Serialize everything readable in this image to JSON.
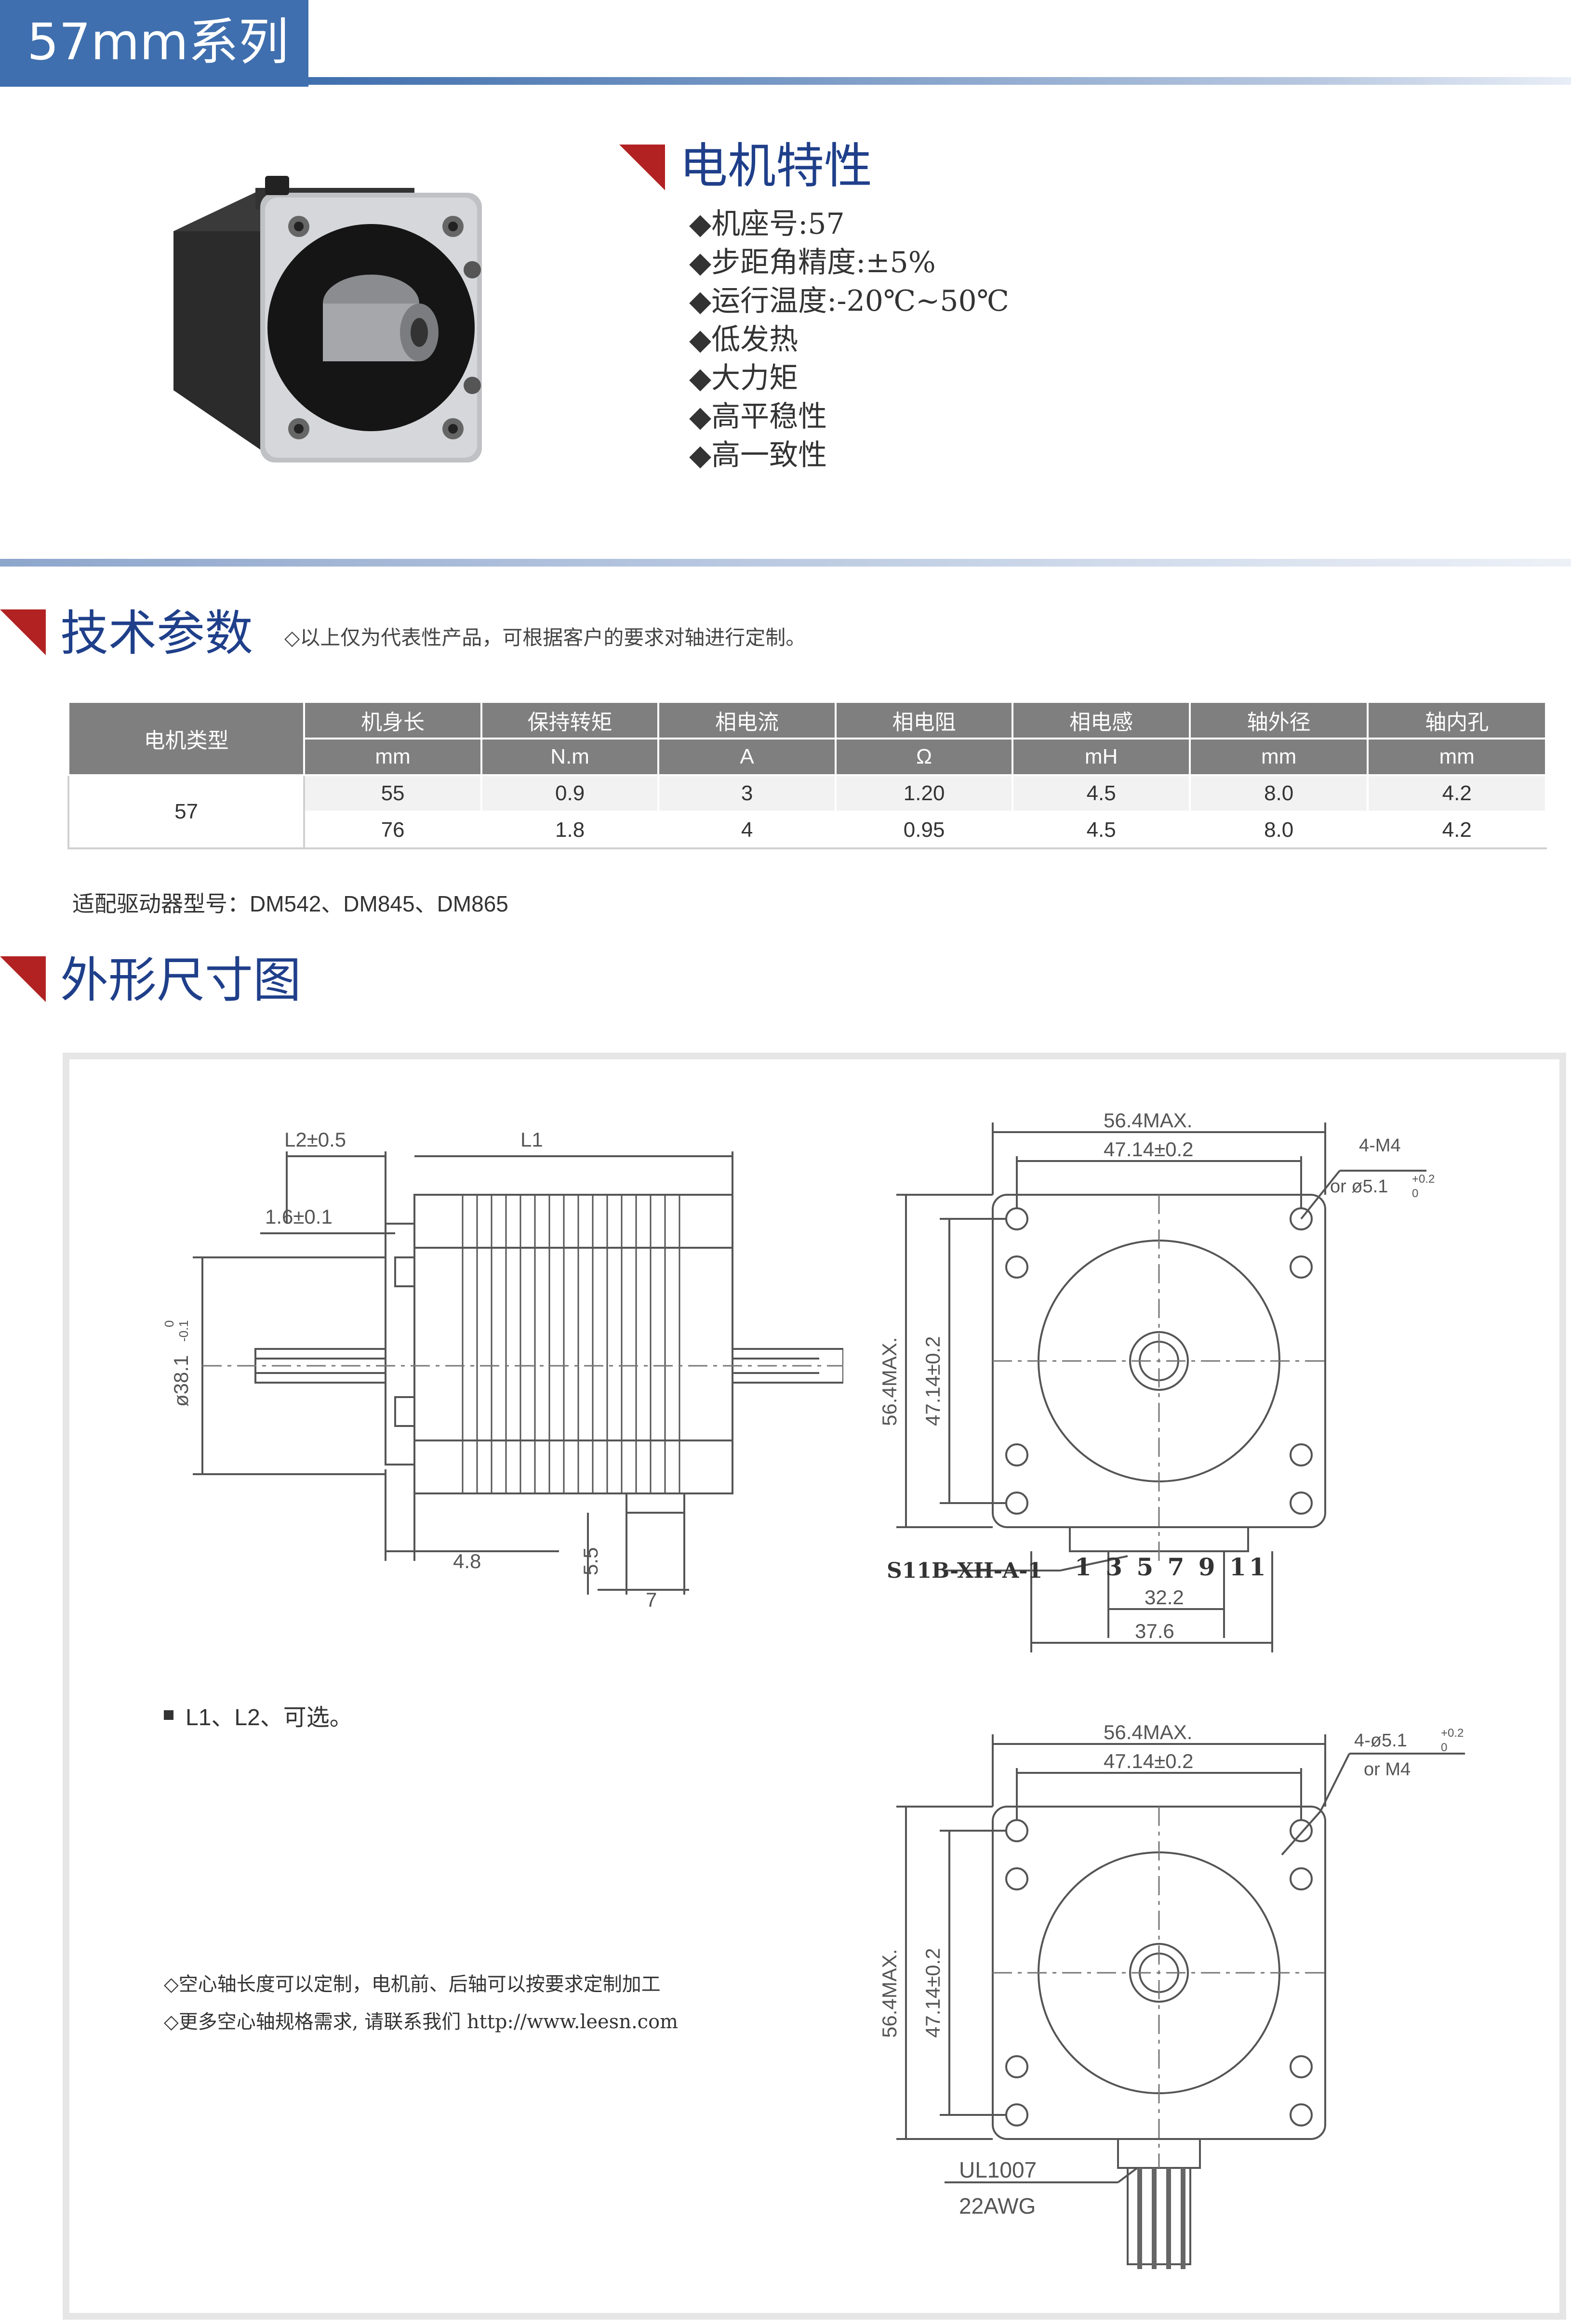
{
  "header": {
    "title": "57mm系列"
  },
  "features": {
    "title": "电机特性",
    "items": [
      "◆机座号:57",
      "◆步距角精度:±5%",
      "◆运行温度:-20℃~50℃",
      "◆低发热",
      "◆大力矩",
      "◆高平稳性",
      "◆高一致性"
    ]
  },
  "tech": {
    "title": "技术参数",
    "note": "◇以上仅为代表性产品，可根据客户的要求对轴进行定制。",
    "table": {
      "type_header": "电机类型",
      "headers": [
        "机身长",
        "保持转矩",
        "相电流",
        "相电阻",
        "相电感",
        "轴外径",
        "轴内孔"
      ],
      "units": [
        "mm",
        "N.m",
        "A",
        "Ω",
        "mH",
        "mm",
        "mm"
      ],
      "type_value": "57",
      "rows": [
        [
          "55",
          "0.9",
          "3",
          "1.20",
          "4.5",
          "8.0",
          "4.2"
        ],
        [
          "76",
          "1.8",
          "4",
          "0.95",
          "4.5",
          "8.0",
          "4.2"
        ]
      ]
    },
    "drivers": "适配驱动器型号：DM542、DM845、DM865"
  },
  "dims": {
    "title": "外形尺寸图",
    "side": {
      "l2": "L2±0.5",
      "l1": "L1",
      "t16": "1.6±0.1",
      "dia": "ø38.1",
      "tol_up": "0",
      "tol_dn": "-0.1",
      "w48": "4.8",
      "h55": "5.5",
      "w7": "7"
    },
    "front1": {
      "max": "56.4MAX.",
      "pitch": "47.14±0.2",
      "holes_a": "4-M4",
      "holes_b": "or ø5.1",
      "tol_up": "+0.2",
      "tol_dn": "0",
      "vmax": "56.4MAX.",
      "vpitch": "47.14±0.2",
      "conn": "S11B-XH-A-1",
      "pins": "1 3 5 7 9 11",
      "d322": "32.2",
      "d376": "37.6"
    },
    "options": "L1、L2、可选。",
    "front2": {
      "max": "56.4MAX.",
      "pitch": "47.14±0.2",
      "holes_a": "4-ø5.1",
      "holes_b": "or M4",
      "tol_up": "+0.2",
      "tol_dn": "0",
      "vmax": "56.4MAX.",
      "vpitch": "47.14±0.2",
      "wire1": "UL1007",
      "wire2": "22AWG"
    },
    "notes": [
      "◇空心轴长度可以定制，电机前、后轴可以按要求定制加工",
      "◇更多空心轴规格需求, 请联系我们  http://www.leesn.com"
    ]
  },
  "colors": {
    "brand": "#3f6fae",
    "heading": "#1f3f8a",
    "accent_red": "#b22222",
    "table_head": "#7f7f7f"
  }
}
